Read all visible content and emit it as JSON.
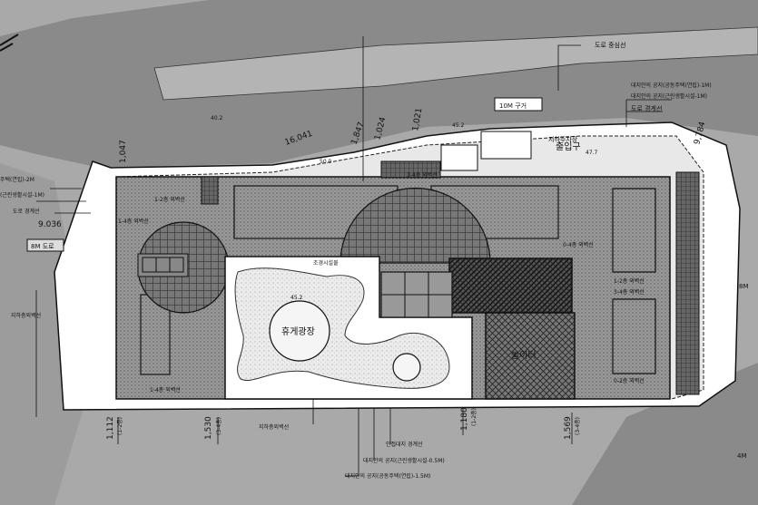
{
  "labels": {
    "road_center": "도로 중심선",
    "adj_setback_housing_1m": "대지안의 공지(공동주택(연립)-1M)",
    "adj_setback_neighborhood_1m": "대지안의 공지(근린생활시설-1M)",
    "road_boundary_top": "도로 경계선",
    "road_10m": "10M 구거",
    "site_elev_top": "40.2",
    "site_elev_top2": "45.2",
    "site_elev_right": "47.7",
    "site_elev_mid": "50.0",
    "entrance": "출입구",
    "underground_entrance": "지하주차장",
    "left_label_housing": "주택(연립)-2M",
    "left_label_neighborhood": "(근린생활시설-1M)",
    "left_road_boundary": "도로 경계선",
    "left_dim": "9.036",
    "road_8m": "8M 도로",
    "left_building_line": "지하층외벽선",
    "rest_area": "휴게광장",
    "play_area": "놀이터",
    "plaza_note": "조경시설물",
    "mid_elev": "45.2",
    "floor_1_2": "1-2층 외벽선",
    "floor_3_4": "3-4층 외벽선",
    "floor_1_4": "1-4층 외벽선",
    "floor_0_4": "0-4층 외벽선",
    "floor_0_2": "0-2층 외벽선",
    "bottom_dim_1": "1,112",
    "bottom_dim_2": "1,530",
    "bottom_dim_3": "1,180",
    "bottom_dim_4": "1,569",
    "bottom_sub_1": "(1-2층)",
    "bottom_sub_2": "(3-4층)",
    "bottom_sub_3": "(1-2층)",
    "bottom_sub_4": "(3-4층)",
    "bottom_label_underground": "지하층외벽선",
    "bottom_label_adjacent": "인접대지 경계선",
    "bottom_label_setback_05": "대지안의 공지(근린생활시설-0.5M)",
    "bottom_label_setback_15": "대지안의 공지(공동주택(연립)-1.5M)",
    "top_dim_16": "16,041",
    "top_dim_1847": "1,847",
    "top_dim_1024": "1,024",
    "top_dim_1021": "1,021",
    "left_dim_1047": "1,047",
    "right_dim": "9,784",
    "right_label_8m": "8M",
    "right_label_4m": "4M"
  },
  "colors": {
    "background": "#a9a9a9",
    "road": "#8c8c8c",
    "site": "#ffffff",
    "building_fill": "#6b6b6b"
  }
}
